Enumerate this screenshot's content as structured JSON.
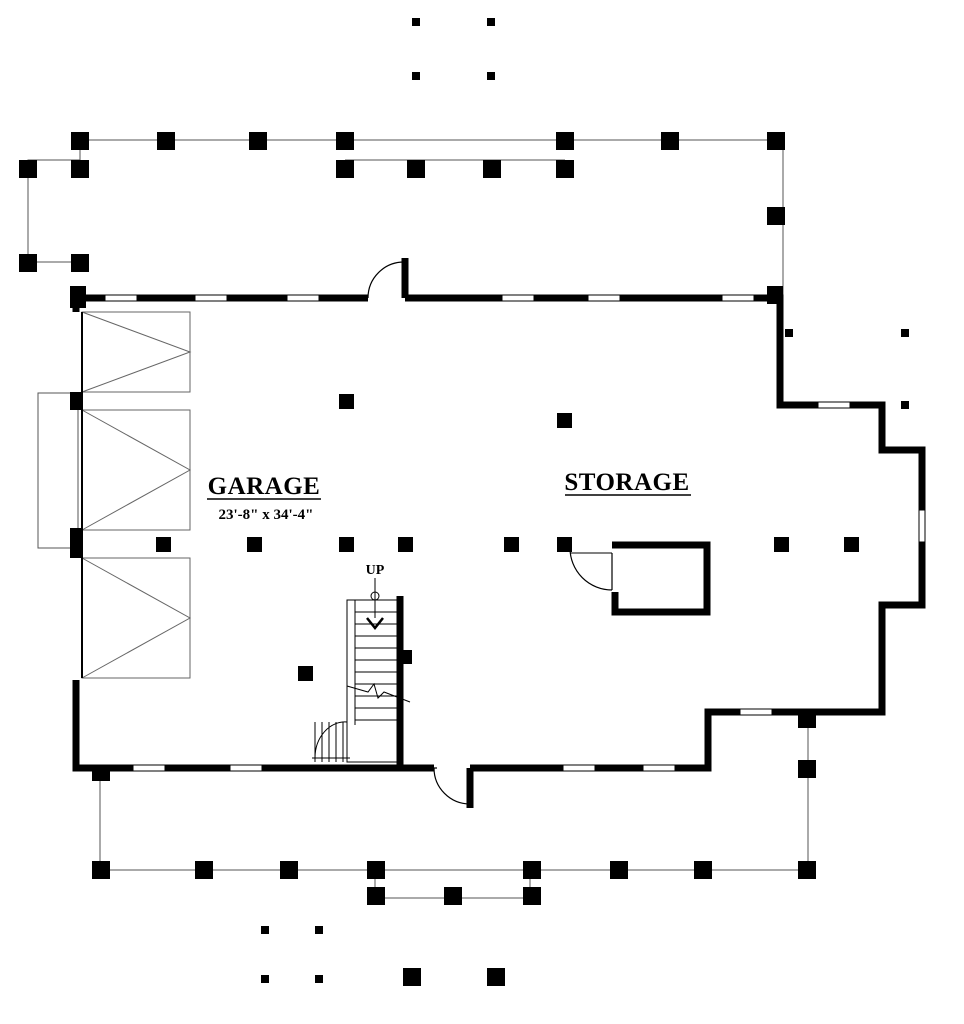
{
  "plan": {
    "rooms": [
      {
        "name": "GARAGE",
        "dimensions": "23'-8\" x 34'-4\""
      },
      {
        "name": "STORAGE",
        "dimensions": ""
      }
    ],
    "stair_label": "UP"
  },
  "colors": {
    "wall": "#000000",
    "line": "#555555",
    "background": "#ffffff"
  }
}
